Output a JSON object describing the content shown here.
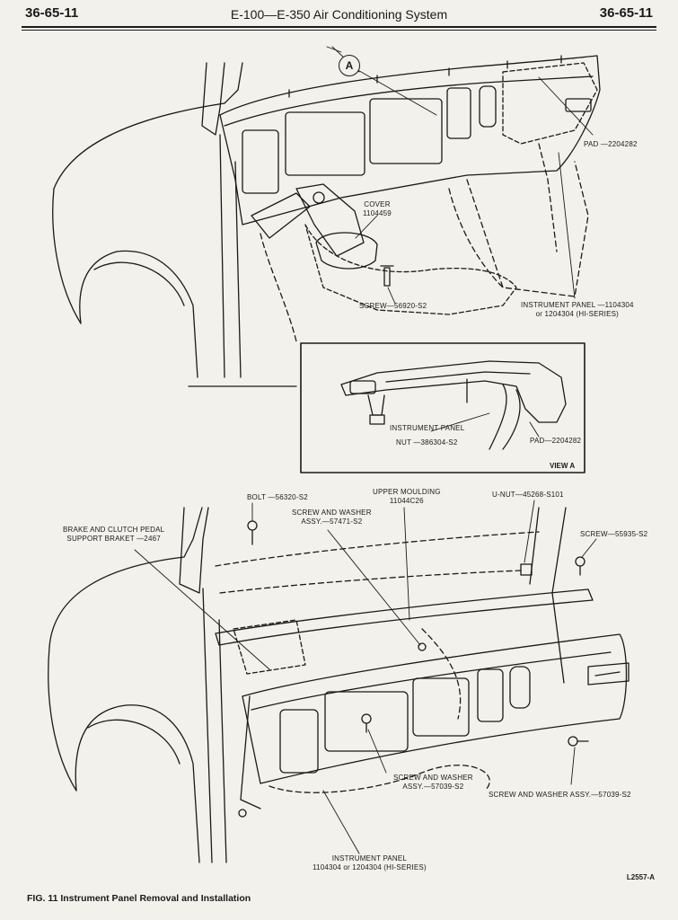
{
  "header": {
    "page_left": "36-65-11",
    "title": "E-100—E-350 Air Conditioning System",
    "page_right": "36-65-11"
  },
  "callout": "A",
  "labels": {
    "cover": [
      "COVER",
      "1104459"
    ],
    "pad_top": "PAD —2204282",
    "screw_top": "SCREW—56920-S2",
    "instrument_panel_top": [
      "INSTRUMENT PANEL —1104304",
      "or 1204304 (HI-SERIES)"
    ],
    "view_a_instrument_panel": "INSTRUMENT PANEL",
    "view_a_nut": "NUT —386304-S2",
    "view_a_pad": "PAD—2204282",
    "view_a_title": "VIEW A",
    "bolt": "BOLT —56320-S2",
    "screw_and_washer_upper": [
      "SCREW AND WASHER",
      "ASSY.—57471-S2"
    ],
    "upper_moulding": [
      "UPPER MOULDING",
      "11044C26"
    ],
    "u_nut": "U-NUT—45268-S101",
    "brake_bracket": [
      "BRAKE AND CLUTCH PEDAL",
      "SUPPORT BRAKET —2467"
    ],
    "screw_right": "SCREW—55935-S2",
    "screw_and_washer_lower": [
      "SCREW AND WASHER",
      "ASSY.—57039-S2"
    ],
    "screw_and_washer_right": "SCREW AND WASHER ASSY.—57039-S2",
    "instrument_panel_bottom": [
      "INSTRUMENT PANEL",
      "1104304 or 1204304 (HI-SERIES)"
    ]
  },
  "figure_code": "L2557-A",
  "caption": "FIG. 11 Instrument Panel Removal and Installation"
}
